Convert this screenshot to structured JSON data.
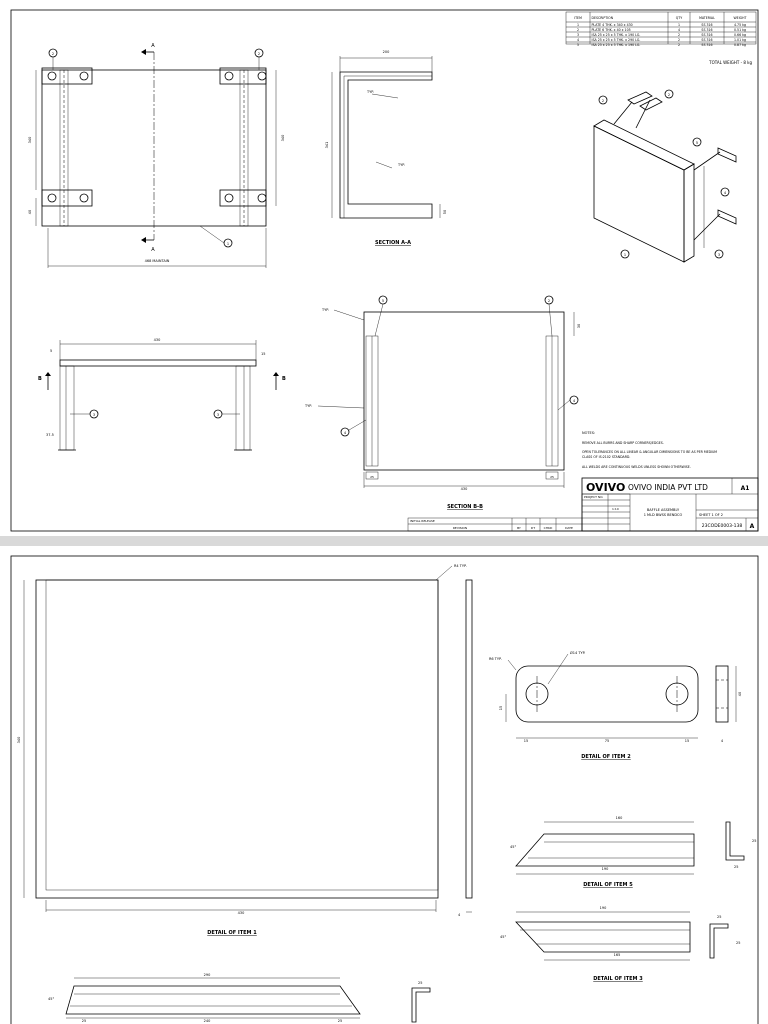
{
  "sheet1": {
    "bom": {
      "headers": [
        "ITEM",
        "DESCRIPTION",
        "QTY",
        "MATERIAL",
        "WEIGHT"
      ],
      "rows": [
        [
          "1",
          "PLATE 4 THK. x 340 x 430",
          "1",
          "SS 316",
          "4.75 kg"
        ],
        [
          "2",
          "PLATE 6 THK. x 40 x 105",
          "4",
          "SS 316",
          "0.51 kg"
        ],
        [
          "3",
          "ISA 25 x 25 x 5 THK. x 190 LG.",
          "2",
          "SS 316",
          "0.66 kg"
        ],
        [
          "4",
          "ISA 25 x 25 x 5 THK. x 290 LG.",
          "2",
          "SS 316",
          "1.01 kg"
        ],
        [
          "5",
          "ISA 25 x 25 x 5 THK. x 190 LG.",
          "2",
          "SS 316",
          "0.87 kg"
        ]
      ],
      "total": "TOTAL WEIGHT - 8 kg"
    },
    "view1": {
      "balloons": [
        "2",
        "2",
        "1"
      ],
      "labels": {
        "a_top": "A",
        "a_bottom": "A",
        "dim_bottom": "468 MAINTAIN",
        "dim_left": "340",
        "dim_left2": "40",
        "dim_right": "340"
      }
    },
    "section_aa": {
      "title": "SECTION A-A",
      "dims": {
        "top": "200",
        "left": "341",
        "right": "50"
      },
      "typ1": "TYP.",
      "typ2": "TYP."
    },
    "view3": {
      "dims": {
        "top": "430",
        "left": "5",
        "right": "15",
        "bottom": "37.5"
      },
      "labels": {
        "b_left": "B",
        "b_right": "B"
      },
      "balloons": [
        "3",
        "3"
      ]
    },
    "section_bb": {
      "title": "SECTION B-B",
      "dims": {
        "bottom": "430",
        "left": "25",
        "right": "25",
        "right_top": "30"
      },
      "balloons": [
        "5",
        "2",
        "4",
        "4"
      ],
      "typ1": "TYP.",
      "typ2": "TYP."
    },
    "iso": {
      "balloons": [
        "2",
        "2",
        "5",
        "4",
        "3",
        "1"
      ]
    },
    "notes": {
      "heading": "NOTES:",
      "items": [
        "REMOVE ALL BURRS AND SHARP CORNERS/EDGES.",
        "OPEN TOLERANCES ON ALL LINEAR & ANGULAR DIMENSIONS TO BE AS PER MEDIUM CLASS OF IS:2102 STANDARD.",
        "ALL WELDS ARE CONTINUOUS WELDS UNLESS SHOWN OTHERWISE."
      ]
    },
    "title_block": {
      "logo": "OVIVO",
      "company": "OVIVO INDIA PVT LTD",
      "size": "A1",
      "title_line1": "BAFFLE ASSEMBLY",
      "title_line2": "1 MLD BWSS BENDCO",
      "drawing_no": "23CODE0003-138",
      "rev": "A",
      "sheet": "SHEET 1 OF 2",
      "scale": "1:10",
      "project": "PROJECT NO.",
      "rev_header": [
        "REVISION",
        "BY",
        "DT",
        "CHKD",
        "DATE"
      ],
      "rev_row": "INITIAL RELEASE"
    }
  },
  "sheet2": {
    "item1": {
      "title": "DETAIL OF ITEM 1",
      "dim_bottom": "430",
      "dim_left": "340",
      "dim_right": "4",
      "typ": "R4 TYP."
    },
    "item2": {
      "title": "DETAIL OF ITEM 2",
      "dims": [
        "15",
        "75",
        "15",
        "4"
      ],
      "dim_h": "15",
      "dim_right": "40",
      "r": "R6 TYP.",
      "hole": "Ø14 TYP."
    },
    "item5": {
      "title": "DETAIL OF ITEM 5",
      "top": "160",
      "bottom": "190",
      "angle": "45°",
      "side": "25",
      "side2": "25"
    },
    "item3": {
      "title": "DETAIL OF ITEM 3",
      "top": "190",
      "bottom": "165",
      "angle": "45°",
      "side": "25",
      "side2": "25"
    },
    "item4": {
      "dims": [
        "290",
        "25",
        "240",
        "25"
      ],
      "angle": "45°",
      "side": "25"
    }
  }
}
